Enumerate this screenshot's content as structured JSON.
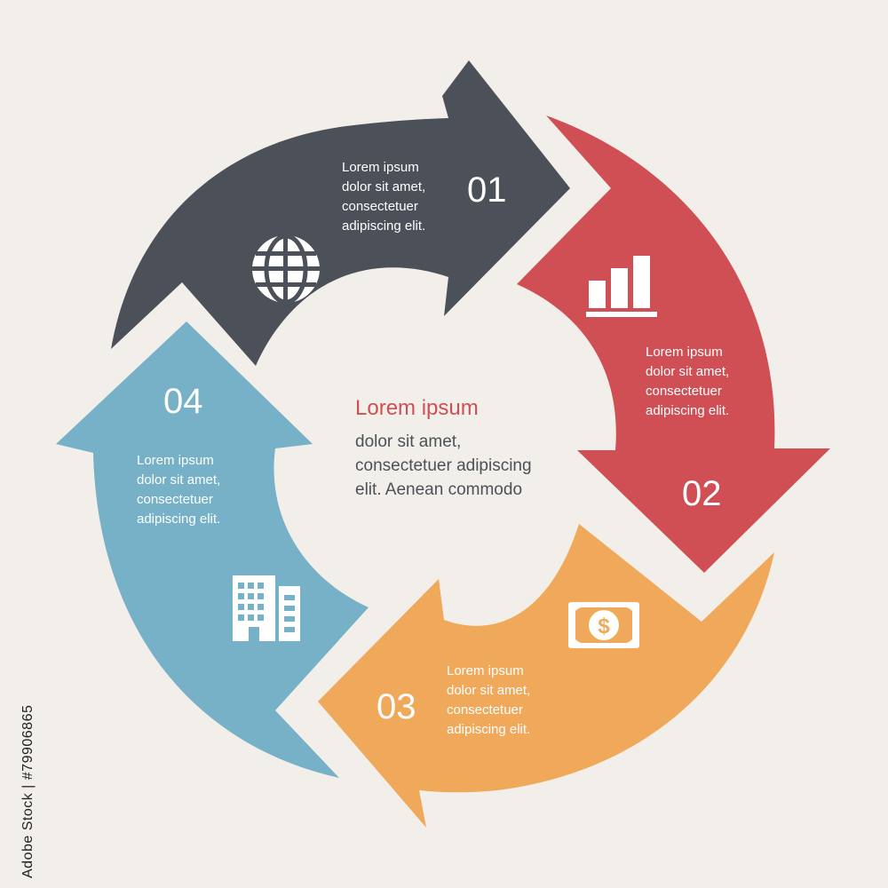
{
  "colors": {
    "background": "#f2efea",
    "step1": "#4c5059",
    "step2": "#cf4f55",
    "step3": "#f0a95a",
    "step4": "#77b1c7",
    "center_title": "#cf4f55",
    "center_body": "#4c5059"
  },
  "steps": [
    {
      "number": "01",
      "text": "Lorem ipsum\ndolor sit amet,\nconsectetuer\nadipiscing elit.",
      "icon": "globe-icon"
    },
    {
      "number": "02",
      "text": "Lorem ipsum\ndolor sit amet,\nconsectetuer\nadipiscing elit.",
      "icon": "bar-chart-icon"
    },
    {
      "number": "03",
      "text": "Lorem ipsum\ndolor sit amet,\nconsectetuer\nadipiscing elit.",
      "icon": "dollar-bill-icon"
    },
    {
      "number": "04",
      "text": "Lorem ipsum\ndolor sit amet,\nconsectetuer\nadipiscing elit.",
      "icon": "buildings-icon"
    }
  ],
  "center": {
    "title": "Lorem ipsum",
    "body": "dolor sit amet,\nconsectetuer adipiscing\nelit. Aenean commodo"
  },
  "watermark": {
    "id_text": "#79906865",
    "brand_text": "Adobe Stock"
  }
}
